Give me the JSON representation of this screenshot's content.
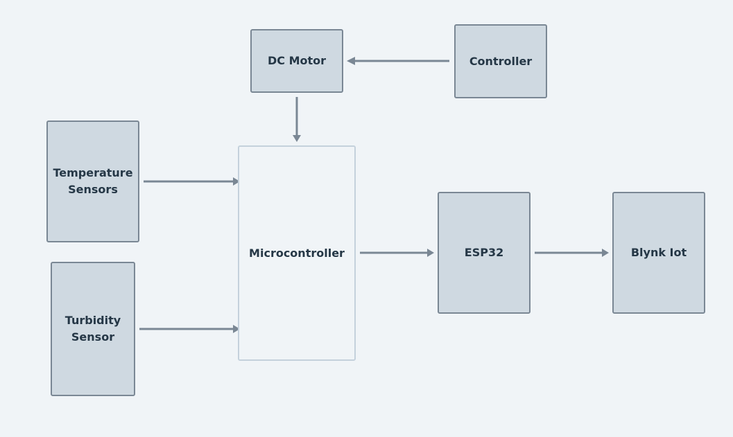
{
  "nodes": {
    "dc_motor": {
      "label": "DC Motor"
    },
    "controller": {
      "label": "Controller"
    },
    "temperature_sensors": {
      "label_line1": "Temperature",
      "label_line2": "Sensors"
    },
    "turbidity_sensor": {
      "label_line1": "Turbidity",
      "label_line2": "Sensor"
    },
    "microcontroller": {
      "label": "Microcontroller"
    },
    "esp32": {
      "label": "ESP32"
    },
    "blynk_iot": {
      "label": "Blynk Iot"
    }
  },
  "edges": [
    {
      "from": "controller",
      "to": "dc_motor"
    },
    {
      "from": "dc_motor",
      "to": "microcontroller"
    },
    {
      "from": "temperature_sensors",
      "to": "microcontroller"
    },
    {
      "from": "turbidity_sensor",
      "to": "microcontroller"
    },
    {
      "from": "microcontroller",
      "to": "esp32"
    },
    {
      "from": "esp32",
      "to": "blynk_iot"
    }
  ],
  "colors": {
    "background": "#f0f4f7",
    "node_fill": "#cfd9e1",
    "node_border": "#7a8794",
    "microcontroller_border": "#c4d1dc",
    "arrow": "#7a8794",
    "text": "#253746"
  }
}
